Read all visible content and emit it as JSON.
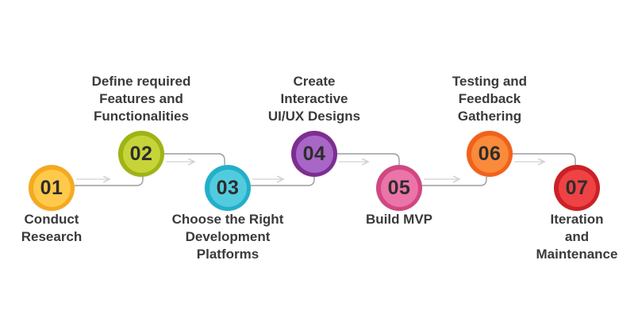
{
  "diagram": {
    "background": "#ffffff",
    "text_color": "#3a3a3a",
    "number_color": "#2d2d2d",
    "connector": {
      "line_color": "#9b9b9b",
      "arrow_color": "#d2d2d2"
    },
    "steps": [
      {
        "number": "01",
        "label": "Conduct\nResearch",
        "label_position": "below",
        "ring_color": "#F5A91F",
        "fill_color": "#FFC94B"
      },
      {
        "number": "02",
        "label": "Define required\nFeatures and\nFunctionalities",
        "label_position": "above",
        "ring_color": "#9FB414",
        "fill_color": "#C6D439"
      },
      {
        "number": "03",
        "label": "Choose the Right\nDevelopment\nPlatforms",
        "label_position": "below",
        "ring_color": "#22AFC9",
        "fill_color": "#53CBDF"
      },
      {
        "number": "04",
        "label": "Create\nInteractive\nUI/UX Designs",
        "label_position": "above",
        "ring_color": "#7C2E91",
        "fill_color": "#A867C6"
      },
      {
        "number": "05",
        "label": "Build MVP",
        "label_position": "below",
        "ring_color": "#D14781",
        "fill_color": "#EB74A8"
      },
      {
        "number": "06",
        "label": "Testing and\nFeedback\nGathering",
        "label_position": "above",
        "ring_color": "#F2611B",
        "fill_color": "#F98B3B"
      },
      {
        "number": "07",
        "label": "Iteration\nand\nMaintenance",
        "label_position": "below",
        "ring_color": "#CB2026",
        "fill_color": "#EE4245"
      }
    ]
  }
}
